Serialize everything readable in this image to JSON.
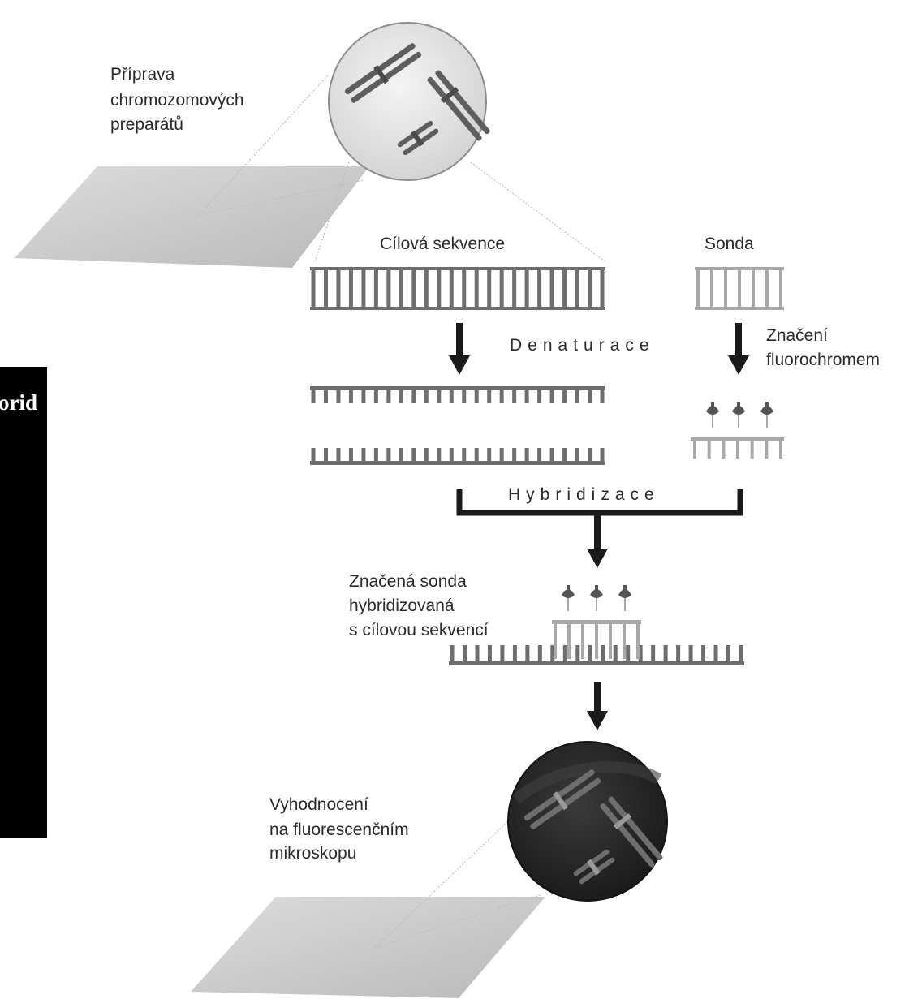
{
  "labels": {
    "preparation": [
      "Příprava",
      "chromozomových",
      "preparátů"
    ],
    "target_sequence": "Cílová sekvence",
    "probe": "Sonda",
    "denaturation": "Denaturace",
    "labeling": [
      "Značení",
      "fluorochromem"
    ],
    "hybridization": "Hybridizace",
    "labeled_probe": [
      "Značená sonda",
      "hybridizovaná",
      "s cílovou sekvencí"
    ],
    "evaluation": [
      "Vyhodnocení",
      "na fluorescenčním",
      "mikroskopu"
    ],
    "side_panel_fragment": "orid"
  },
  "colors": {
    "target_dna": "#6e6e6e",
    "probe_dna": "#a8a8a8",
    "arrow": "#1a1a1a",
    "slide": "#cfcfcf",
    "chromosome": "#5e5e5e",
    "fluor_dark": "#262626",
    "side_panel": "#000000"
  }
}
